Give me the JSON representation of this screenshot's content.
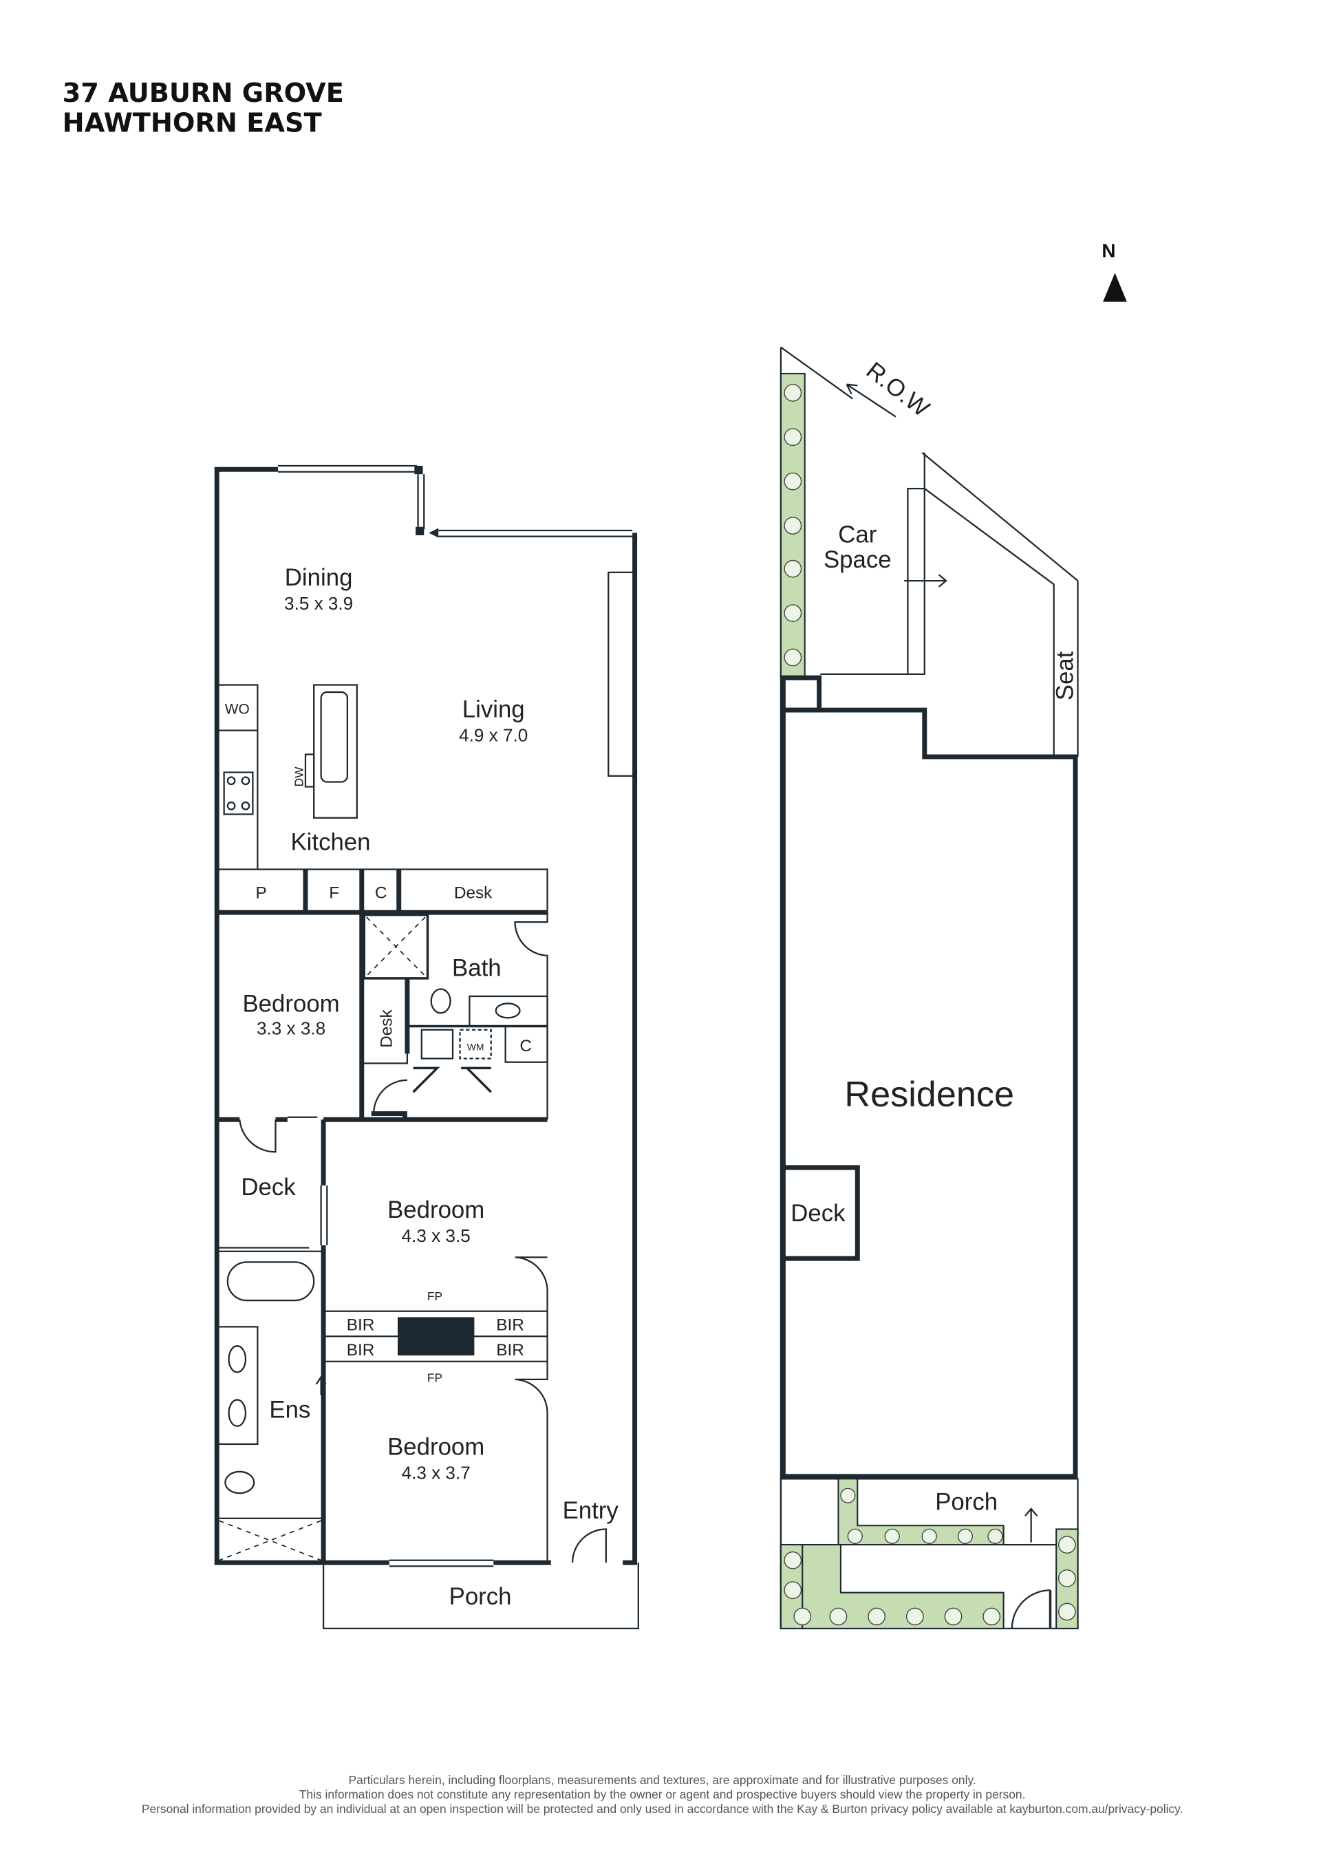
{
  "header": {
    "address_line1": "37 AUBURN GROVE",
    "address_line2": "HAWTHORN EAST"
  },
  "compass": {
    "label": "N"
  },
  "floorplan": {
    "rooms": [
      {
        "name": "Dining",
        "dims": "3.5 x 3.9"
      },
      {
        "name": "Living",
        "dims": "4.9 x 7.0"
      },
      {
        "name": "Kitchen"
      },
      {
        "name": "Bedroom",
        "dims": "3.3 x 3.8"
      },
      {
        "name": "Bath"
      },
      {
        "name": "Deck"
      },
      {
        "name": "Bedroom",
        "dims": "4.3 x 3.5"
      },
      {
        "name": "Ens"
      },
      {
        "name": "Bedroom",
        "dims": "4.3 x 3.7"
      },
      {
        "name": "Entry"
      },
      {
        "name": "Porch"
      }
    ],
    "fixtures": {
      "wo": "WO",
      "dw": "DW",
      "p": "P",
      "f": "F",
      "c1": "C",
      "desk1": "Desk",
      "desk2": "Desk",
      "wm": "WM",
      "c2": "C",
      "fp1": "FP",
      "fp2": "FP",
      "bir": "BIR"
    }
  },
  "siteplan": {
    "row": "R.O.W",
    "car_space_1": "Car",
    "car_space_2": "Space",
    "seat": "Seat",
    "residence": "Residence",
    "deck": "Deck",
    "porch": "Porch"
  },
  "footer": {
    "line1": "Particulars herein, including floorplans, measurements and textures, are approximate and for illustrative purposes only.",
    "line2": "This information does not constitute any representation by the owner or agent and prospective buyers should view the property in person.",
    "line3": "Personal information provided by an individual at an open inspection will be protected and only used in accordance with the Kay & Burton privacy policy available at kayburton.com.au/privacy-policy."
  },
  "colors": {
    "wall": "#1e2830",
    "garden": "#c6dcb2"
  }
}
